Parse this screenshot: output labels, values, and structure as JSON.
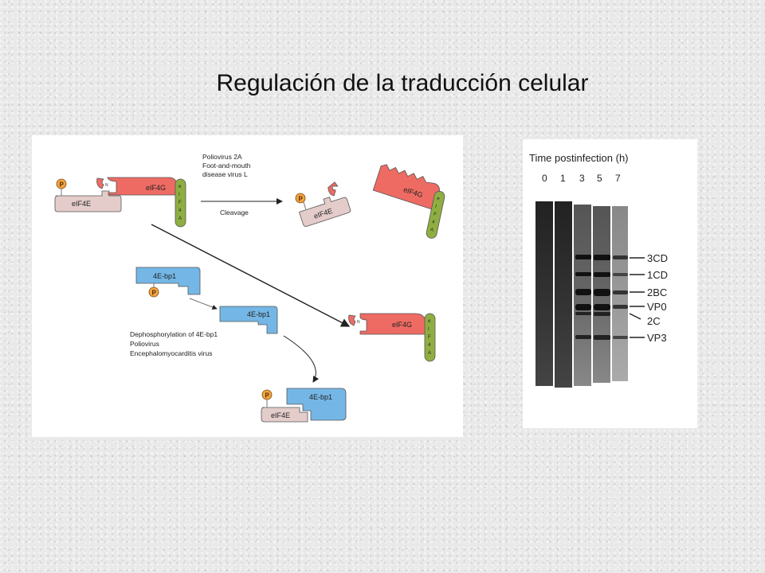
{
  "slide": {
    "title": "Regulación de la traducción celular"
  },
  "diagram": {
    "cleavage_agents": [
      "Poliovirus 2A",
      "Foot-and-mouth",
      "disease virus L"
    ],
    "cleavage_label": "Cleavage",
    "dephos_lines": [
      "Dephosphorylation of 4E-bp1",
      "Poliovirus",
      "Encephalomyocarditis virus"
    ],
    "protein_eif4e": "eIF4E",
    "protein_eif4g": "eIF4G",
    "protein_eif4a_letters": [
      "e",
      "I",
      "F",
      "4",
      "A"
    ],
    "protein_4ebp1": "4E-bp1",
    "phospho": "P",
    "colors": {
      "eif4e": "#e3ccca",
      "eif4g": "#ee6b63",
      "eif4a": "#8fae42",
      "bp1": "#74b7e6",
      "phospho": "#f0a542"
    }
  },
  "gel": {
    "axis_title": "Time postinfection (h)",
    "lanes": [
      "0",
      "1",
      "3",
      "5",
      "7"
    ],
    "bands": [
      "3CD",
      "1CD",
      "2BC",
      "VP0",
      "2C",
      "VP3"
    ]
  }
}
